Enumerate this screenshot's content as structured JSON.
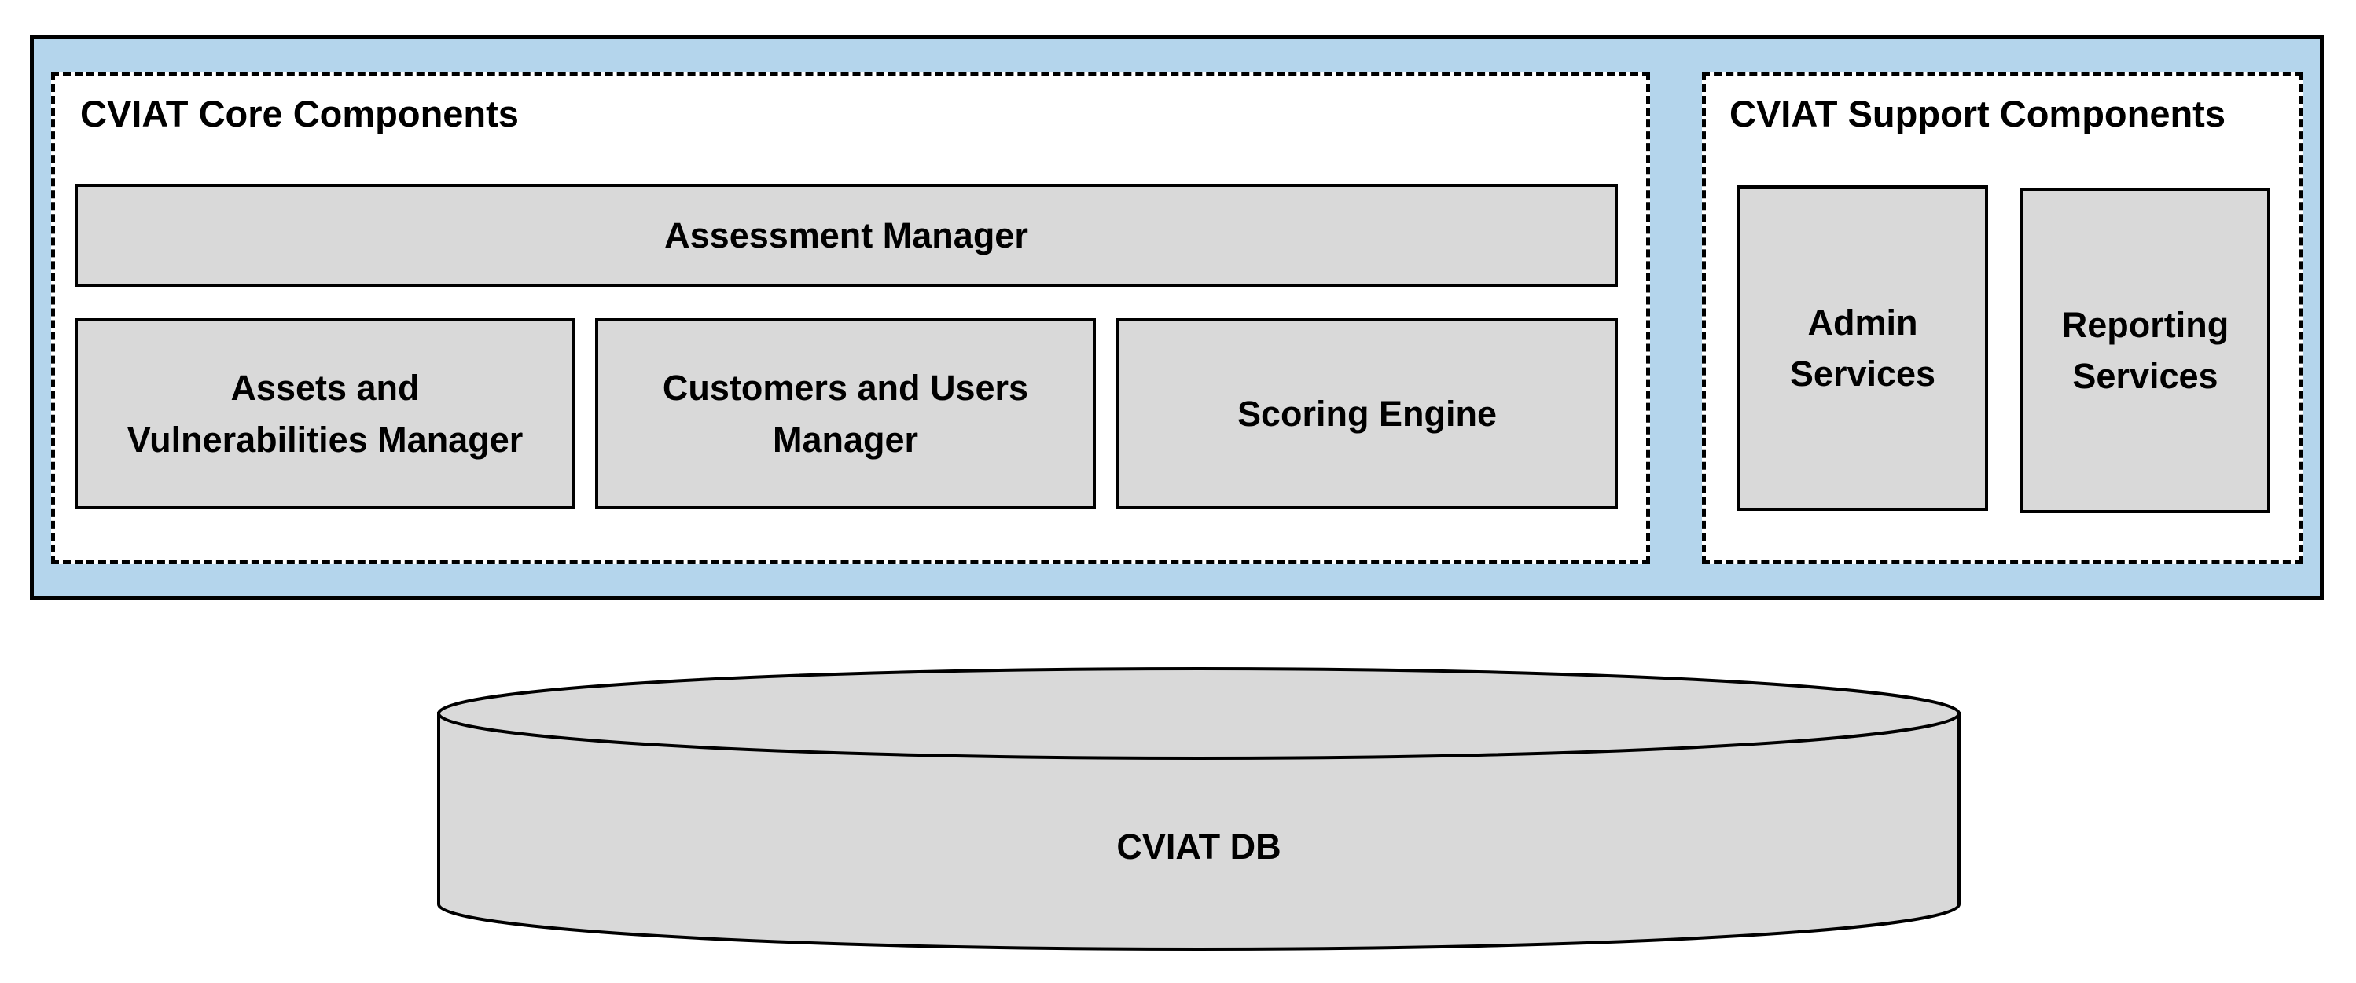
{
  "colors": {
    "container_fill": "#b4d5ec",
    "component_fill": "#d9d9d9",
    "border": "#000000",
    "group_fill": "#ffffff"
  },
  "core": {
    "title": "CVIAT Core Components",
    "assessment_manager": "Assessment Manager",
    "assets_manager": "Assets and\nVulnerabilities Manager",
    "customers_manager": "Customers and Users\nManager",
    "scoring_engine": "Scoring Engine"
  },
  "support": {
    "title": "CVIAT Support  Components",
    "admin_services": "Admin\nServices",
    "reporting_services": "Reporting\nServices"
  },
  "database": {
    "label": "CVIAT DB"
  }
}
